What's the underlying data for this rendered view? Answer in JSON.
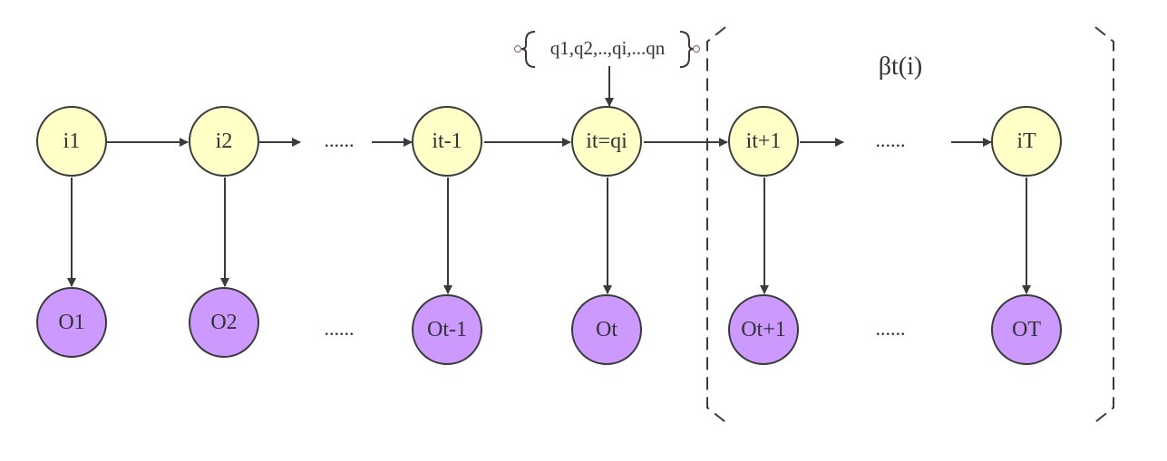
{
  "colors": {
    "hidden_fill": "#ffffc8",
    "observed_fill": "#cc99ff",
    "stroke": "#3a3a3a"
  },
  "hidden": {
    "i1": "i1",
    "i2": "i2",
    "it_minus_1": "it-1",
    "it": "it=qi",
    "it_plus_1": "it+1",
    "iT": "iT"
  },
  "observed": {
    "o1": "O1",
    "o2": "O2",
    "ot_minus_1": "Ot-1",
    "ot": "Ot",
    "ot_plus_1": "Ot+1",
    "oT": "OT"
  },
  "ellipsis": "......",
  "states_set": "q1,q2,..,qi,...qn",
  "beta_label": "βt(i)"
}
